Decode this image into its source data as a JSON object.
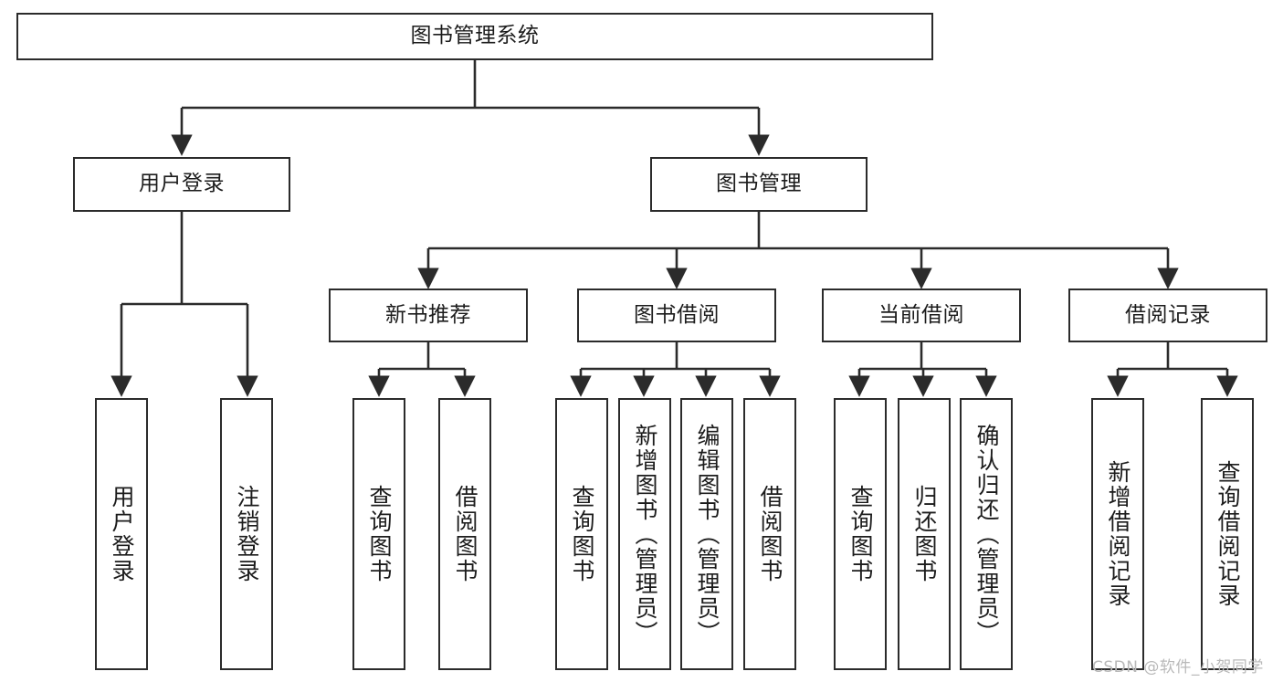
{
  "diagram": {
    "title": "图书管理系统",
    "type": "tree-hierarchy",
    "orientation": "top-down",
    "colors": {
      "node_border": "#2b2b2b",
      "node_fill": "#ffffff",
      "edge": "#2b2b2b",
      "text": "#1c1c1c",
      "background": "#ffffff",
      "watermark": "#b9b9b9"
    }
  },
  "nodes": {
    "root": {
      "label": "图书管理系统"
    },
    "level2": [
      {
        "id": "user-login",
        "label": "用户登录"
      },
      {
        "id": "book-manage",
        "label": "图书管理"
      }
    ],
    "level3": [
      {
        "id": "new-book-recommend",
        "label": "新书推荐"
      },
      {
        "id": "book-borrow",
        "label": "图书借阅"
      },
      {
        "id": "current-borrow",
        "label": "当前借阅"
      },
      {
        "id": "borrow-record",
        "label": "借阅记录"
      }
    ],
    "leaves": {
      "user_login": [
        {
          "id": "leaf-user-login",
          "label": "用户登录"
        },
        {
          "id": "leaf-logout-login",
          "label": "注销登录"
        }
      ],
      "new_book_recommend": [
        {
          "id": "leaf-query-book-1",
          "label": "查询图书"
        },
        {
          "id": "leaf-borrow-book-1",
          "label": "借阅图书"
        }
      ],
      "book_borrow": [
        {
          "id": "leaf-query-book-2",
          "label": "查询图书"
        },
        {
          "id": "leaf-add-book",
          "label": "新增图书（管理员）"
        },
        {
          "id": "leaf-edit-book",
          "label": "编辑图书（管理员）"
        },
        {
          "id": "leaf-borrow-book-2",
          "label": "借阅图书"
        }
      ],
      "current_borrow": [
        {
          "id": "leaf-query-book-3",
          "label": "查询图书"
        },
        {
          "id": "leaf-return-book",
          "label": "归还图书"
        },
        {
          "id": "leaf-confirm-return",
          "label": "确认归还（管理员）"
        }
      ],
      "borrow_record": [
        {
          "id": "leaf-add-record",
          "label": "新增借阅记录"
        },
        {
          "id": "leaf-query-record",
          "label": "查询借阅记录"
        }
      ]
    }
  },
  "watermark": {
    "text": "CSDN @软件_小贺同学"
  }
}
